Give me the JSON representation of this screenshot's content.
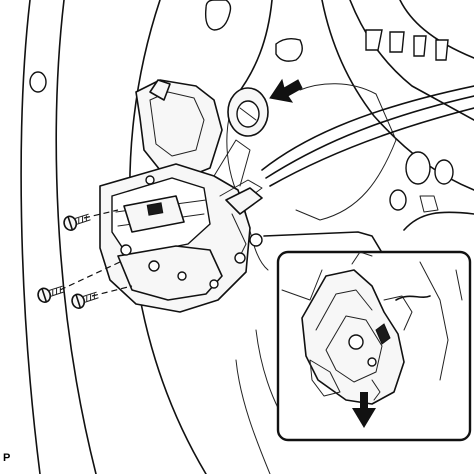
{
  "figure": {
    "code_label": "P",
    "components": {
      "door_panel": "door-inner-panel",
      "lock_assembly": "door-lock-assembly",
      "screws": "lock-screw",
      "cables": "lock-cables",
      "grommet": "door-grommet",
      "inset": "detail-inset"
    },
    "arrows": [
      "pointer-arrow",
      "pull-down-arrow"
    ]
  }
}
